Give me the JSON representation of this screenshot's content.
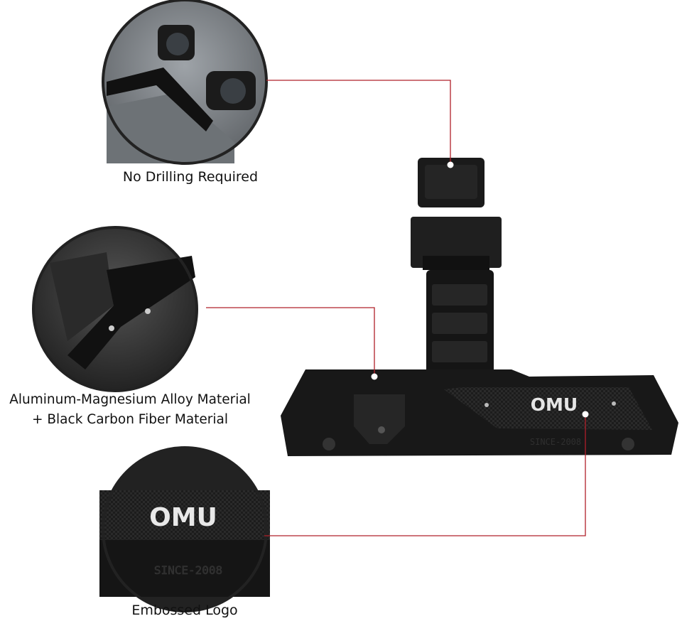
{
  "features": [
    {
      "caption": "No Drilling Required"
    },
    {
      "caption_line1": "Aluminum-Magnesium Alloy Material",
      "caption_line2": "+ Black Carbon Fiber Material"
    },
    {
      "caption": "Embossed Logo"
    }
  ],
  "product": {
    "logo_text": "OMU",
    "embossed_text": "SINCE-2008"
  },
  "colors": {
    "callout_line": "#b0202a",
    "product_body": "#1a1a1a",
    "background": "#ffffff"
  }
}
